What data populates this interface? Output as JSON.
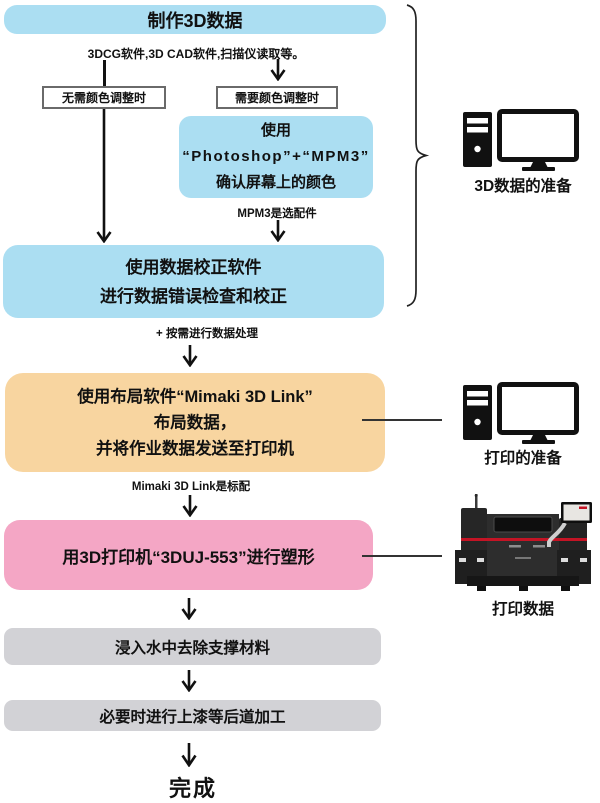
{
  "palette": {
    "blue": "#ABDEF2",
    "orange": "#F8D5A0",
    "pink": "#F4A6C5",
    "gray": "#D2D2D6",
    "red": "#C41425",
    "ink": "#111111"
  },
  "flow": {
    "step1_title": "制作3D数据",
    "step1_caption": "3DCG软件,3D CAD软件,扫描仪读取等。",
    "branch_left": "无需颜色调整时",
    "branch_right": "需要颜色调整时",
    "photoshop_box": {
      "line1": "使用",
      "line2": "“Photoshop”+“MPM3”",
      "line3": "确认屏幕上的颜色"
    },
    "mpm3_note": "MPM3是选配件",
    "check_box": {
      "line1": "使用数据校正软件",
      "line2": "进行数据错误检查和校正"
    },
    "process_note": "+ 按需进行数据处理",
    "layout_box": {
      "line1": "使用布局软件“Mimaki 3D Link”",
      "line2": "布局数据，",
      "line3": "并将作业数据发送至打印机"
    },
    "link_note": "Mimaki 3D Link是标配",
    "print_box": "用3D打印机“3DUJ-553”进行塑形",
    "support_box": "浸入水中去除支撑材料",
    "postprocess_box": "必要时进行上漆等后道加工",
    "done": "完成"
  },
  "sidebar": {
    "group1_label": "3D数据的准备",
    "group2_label": "打印的准备",
    "group3_label": "打印数据",
    "icons": {
      "group1": "desktop-computer-icon",
      "group2": "desktop-computer-icon",
      "group3": "3d-printer-image"
    }
  }
}
